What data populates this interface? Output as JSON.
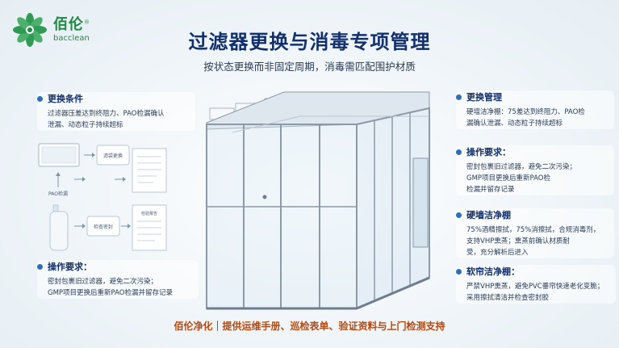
{
  "brand": {
    "name_cn": "佰伦",
    "registered": "®",
    "name_en": "bacclean",
    "colors": {
      "primary": "#1f8a46",
      "title": "#12306b",
      "accent": "#2f6fb5",
      "footer": "#b14a14"
    }
  },
  "header": {
    "title": "过滤器更换与消毒专项管理",
    "subtitle": "按状态更换而非固定周期，消毒需匹配围护材质"
  },
  "left": {
    "card1": {
      "title": "更换条件",
      "body": "过滤器压差达到终阻力、PAO检漏确认\n泄漏、动态粒子持续超标"
    },
    "flow": {
      "tag1": "滤袋更换",
      "label": "PAO检漏",
      "tag2": "检验报告",
      "tag3": "检查密封"
    },
    "card2": {
      "title": "操作要求：",
      "body": "密封包裹旧过滤器，避免二次污染；\nGMP项目更换后重新PAO检漏并留存记录"
    }
  },
  "right": {
    "card1": {
      "title": "更换管理",
      "body": "硬墙洁净棚：75差达到终阻力、PAO检\n漏确认泄漏、动态粒子持续超标"
    },
    "card2": {
      "title": "操作要求：",
      "body": "密封包裹旧过滤器，避免二次污染；\nGMP项目更换后重新PAO检\n检漏并留存记录"
    },
    "card3": {
      "title": "硬墙洁净棚",
      "body": "75%酒精擦拭，75%消擦拭，合规消毒剂，\n支持VHP熏蒸；熏蒸前确认材质耐\n受，充分解析后进入"
    },
    "card4": {
      "title": "软帘洁净棚：",
      "body": "严禁VHP熏蒸，避免PVC垂帘快速老化变脆；\n采用擦拭清洁并检查密封胶"
    }
  },
  "footer": {
    "text": "佰伦净化｜提供运维手册、巡检表单、验证资料与上门检测支持"
  },
  "icons": [
    "flower-logo-icon",
    "document-icon",
    "arrow-right-icon",
    "spray-bottle-icon",
    "cleanroom-illustration"
  ]
}
